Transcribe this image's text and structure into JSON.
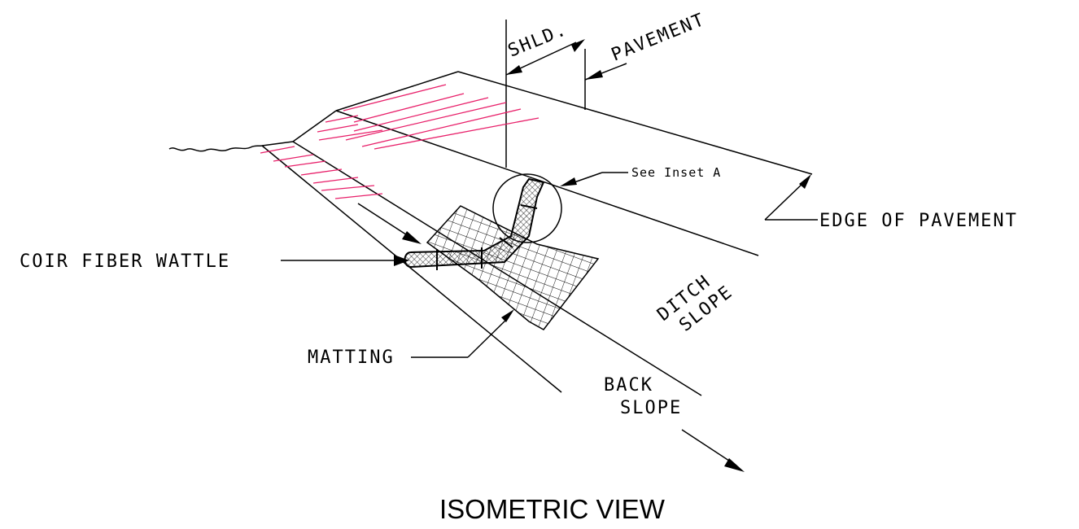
{
  "diagram": {
    "title": "ISOMETRIC VIEW",
    "labels": {
      "shoulder": "SHLD.",
      "pavement": "PAVEMENT",
      "inset": "See Inset A",
      "edge_of_pavement": "EDGE OF PAVEMENT",
      "coir_fiber_wattle": "COIR FIBER WATTLE",
      "ditch_line1": "DITCH",
      "ditch_line2": "SLOPE",
      "matting": "MATTING",
      "back_line1": "BACK",
      "back_line2": "SLOPE"
    },
    "colors": {
      "ink": "#000000",
      "grass_hatch": "#e8206a",
      "background": "#ffffff"
    }
  }
}
